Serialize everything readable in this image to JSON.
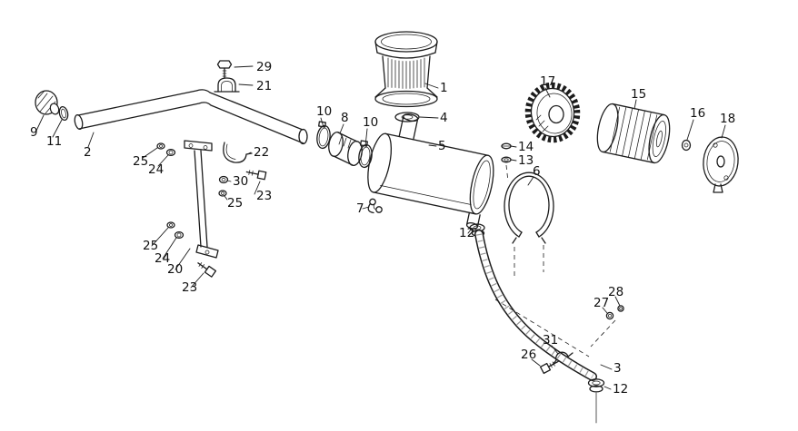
{
  "page": {
    "background_color": "#ffffff",
    "line_color": "#1c1c1c"
  },
  "diagram": {
    "kind": "exploded-parts-diagram",
    "labels": {
      "p1": "1",
      "p2": "2",
      "p3": "3",
      "p4": "4",
      "p5": "5",
      "p6": "6",
      "p7": "7",
      "p8": "8",
      "p9": "9",
      "p10a": "10",
      "p10b": "10",
      "p11": "11",
      "p12a": "12",
      "p12b": "12",
      "p13": "13",
      "p14": "14",
      "p15": "15",
      "p16": "16",
      "p17": "17",
      "p18": "18",
      "p20": "20",
      "p21": "21",
      "p22": "22",
      "p23a": "23",
      "p23b": "23",
      "p24a": "24",
      "p24b": "24",
      "p25a": "25",
      "p25b": "25",
      "p25c": "25",
      "p26": "26",
      "p27": "27",
      "p28": "28",
      "p29": "29",
      "p30": "30",
      "p31": "31"
    }
  }
}
